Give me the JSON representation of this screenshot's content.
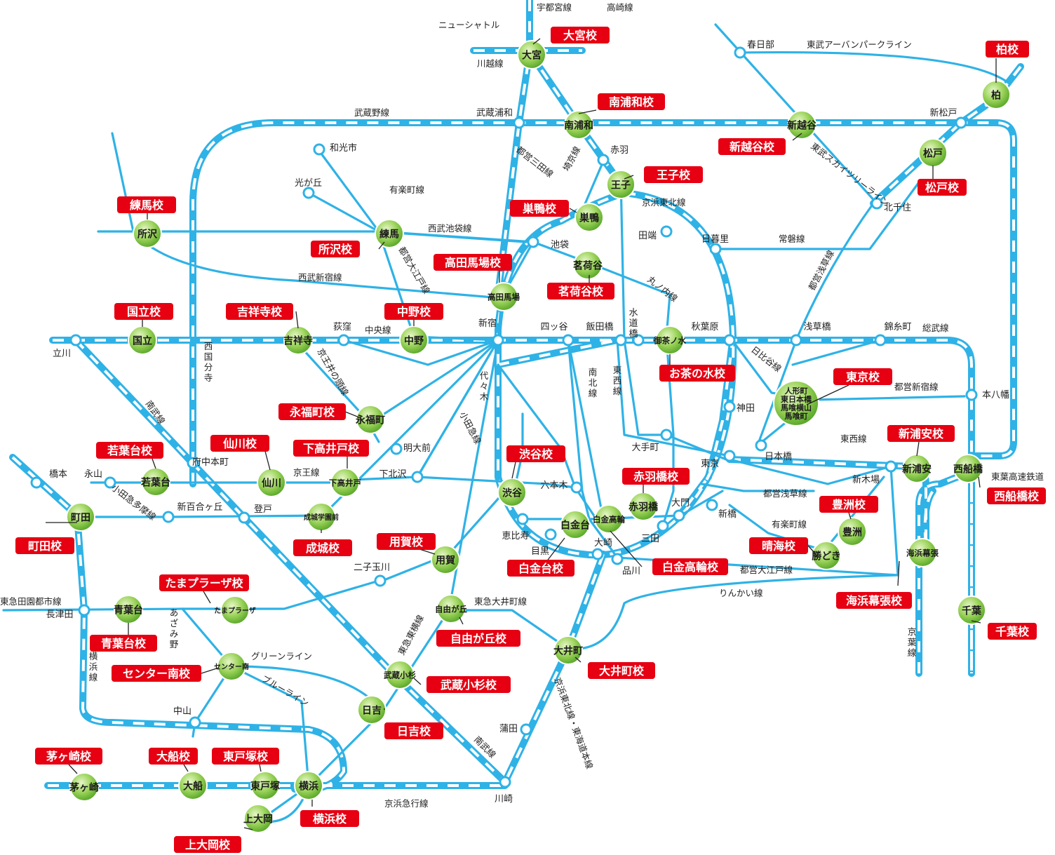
{
  "colors": {
    "rail": "#2fb2e6",
    "school": "#e60012",
    "big_station": "#7cc242"
  },
  "big_stations": [
    "大宮",
    "南浦和",
    "新越谷",
    "柏",
    "松戸",
    "王子",
    "巣鴨",
    "練馬",
    "所沢",
    "茗荷谷",
    "高田馬場",
    "国立",
    "吉祥寺",
    "中野",
    "御茶ノ水",
    "人形町 東日本橋 馬喰横山 馬喰町",
    "永福町",
    "仙川",
    "下高井戸",
    "若葉台",
    "町田",
    "成城学園前",
    "渋谷",
    "赤羽橋",
    "白金台",
    "白金高輪",
    "豊洲",
    "勝どき",
    "新浦安",
    "西船橋",
    "用賀",
    "海浜幕張",
    "千葉",
    "自由が丘",
    "大井町",
    "青葉台",
    "たまプラーザ",
    "センター南",
    "武蔵小杉",
    "日吉",
    "茅ヶ崎",
    "大船",
    "東戸塚",
    "横浜",
    "上大岡"
  ],
  "schools": [
    "大宮校",
    "南浦和校",
    "新越谷校",
    "柏校",
    "松戸校",
    "王子校",
    "巣鴨校",
    "所沢校",
    "練馬校",
    "高田馬場校",
    "茗荷谷校",
    "国立校",
    "吉祥寺校",
    "中野校",
    "お茶の水校",
    "東京校",
    "永福町校",
    "仙川校",
    "下高井戸校",
    "若葉台校",
    "新浦安校",
    "渋谷校",
    "赤羽橋校",
    "町田校",
    "成城校",
    "用賀校",
    "豊洲校",
    "晴海校",
    "西船橋校",
    "白金台校",
    "白金高輪校",
    "海浜幕張校",
    "たまプラーザ校",
    "自由が丘校",
    "青葉台校",
    "千葉校",
    "センター南校",
    "大井町校",
    "武蔵小杉校",
    "日吉校",
    "茅ヶ崎校",
    "大船校",
    "東戸塚校",
    "横浜校",
    "上大岡校"
  ],
  "small_stations": [
    "春日部",
    "赤羽",
    "北千住",
    "日暮里",
    "田端",
    "池袋",
    "和光市",
    "光が丘",
    "武蔵浦和",
    "新松戸",
    "立川",
    "荻窪",
    "新宿",
    "四ッ谷",
    "飯田橋",
    "秋葉原",
    "浅草橋",
    "錦糸町",
    "本八幡",
    "神田",
    "日本橋",
    "大手町",
    "東京",
    "新木場",
    "明大前",
    "下北沢",
    "府中本町",
    "橋本",
    "永山",
    "新百合ヶ丘",
    "登戸",
    "六本木",
    "大門",
    "三田",
    "新橋",
    "恵比寿",
    "目黒",
    "大崎",
    "品川",
    "二子玉川",
    "長津田",
    "中山",
    "蒲田",
    "川崎",
    "水道橋"
  ],
  "line_labels": [
    "宇都宮線",
    "高崎線",
    "ニューシャトル",
    "川越線",
    "東武アーバンパークライン",
    "武蔵野線",
    "京浜東北線",
    "都営三田線",
    "埼京線",
    "有楽町線",
    "西武池袋線",
    "都営大江戸線",
    "西武新宿線",
    "常磐線",
    "東武スカイツリーライン",
    "都営浅草線",
    "丸ノ内線",
    "中央線",
    "京王井の頭線",
    "代々木",
    "小田急線",
    "南北線",
    "東西線",
    "日比谷線",
    "都営新宿線",
    "総武線",
    "南武線",
    "西国分寺",
    "京王線",
    "小田急多摩線",
    "東西線",
    "都営浅草線",
    "有楽町線",
    "東葉高速鉄道",
    "都営大江戸線",
    "りんかい線",
    "東急大井町線",
    "東急東横線",
    "京葉線",
    "東急田園都市線",
    "横浜線",
    "あざみ野",
    "グリーンライン",
    "ブルーライン",
    "京浜急行線",
    "京浜東北線・東海道本線",
    "南武線"
  ]
}
